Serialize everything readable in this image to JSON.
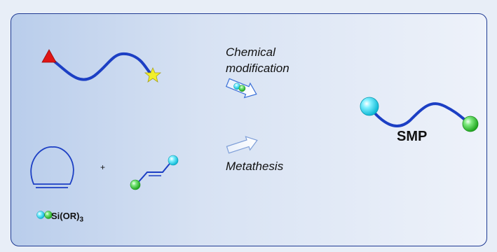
{
  "labels": {
    "chemical_modification_line1": "Chemical",
    "chemical_modification_line2": "modification",
    "metathesis": "Metathesis",
    "smp": "SMP",
    "plus": "+",
    "legend_prefix": "Si(OR)",
    "legend_subscript": "3"
  },
  "colors": {
    "border": "#1f3a93",
    "chain": "#1c3fc4",
    "triangle": "#e01515",
    "star": "#f2ef2a",
    "cyan_sphere": "#28d7ef",
    "green_sphere": "#3fd23f",
    "arrow_outline": "#3a6fd8"
  },
  "icons": {
    "triangle": "red-triangle-end-group",
    "star": "yellow-star-end-group",
    "sphere_cyan": "cyan-sphere-end-group",
    "sphere_green": "green-sphere-end-group",
    "arrow": "hollow-right-arrow"
  }
}
